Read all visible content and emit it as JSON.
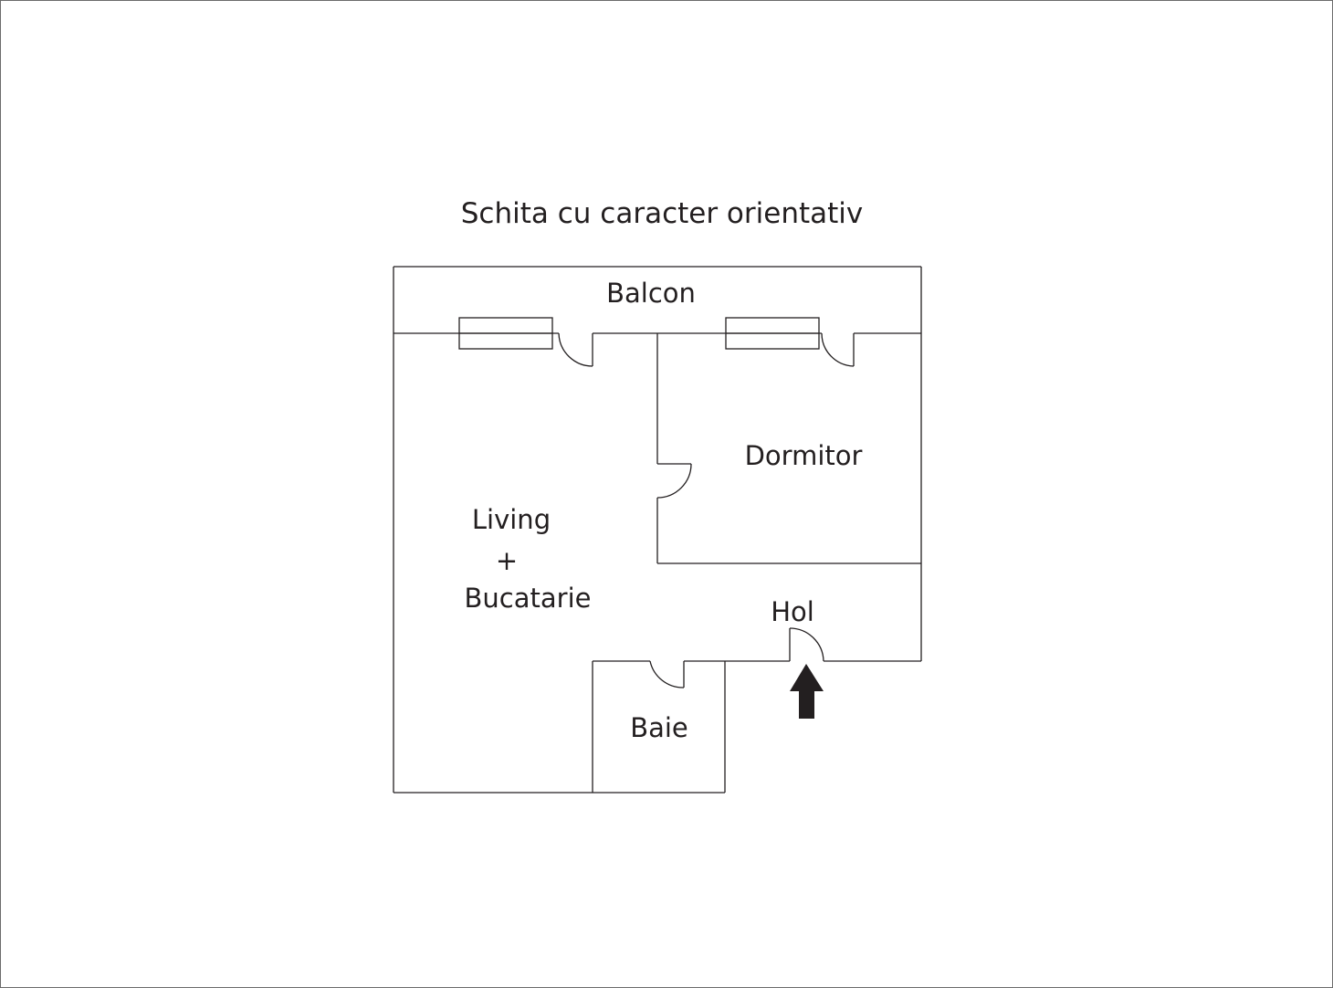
{
  "title": "Schita cu caracter orientativ",
  "rooms": {
    "balcony": "Balcon",
    "bedroom": "Dormitor",
    "living_line1": "Living",
    "living_line2": "+",
    "living_line3": "Bucatarie",
    "hallway": "Hol",
    "bathroom": "Baie"
  },
  "icons": {
    "entrance": "entrance-arrow-icon"
  },
  "colors": {
    "ink": "#231f20",
    "background": "#ffffff",
    "frame": "#6b6b6b"
  }
}
